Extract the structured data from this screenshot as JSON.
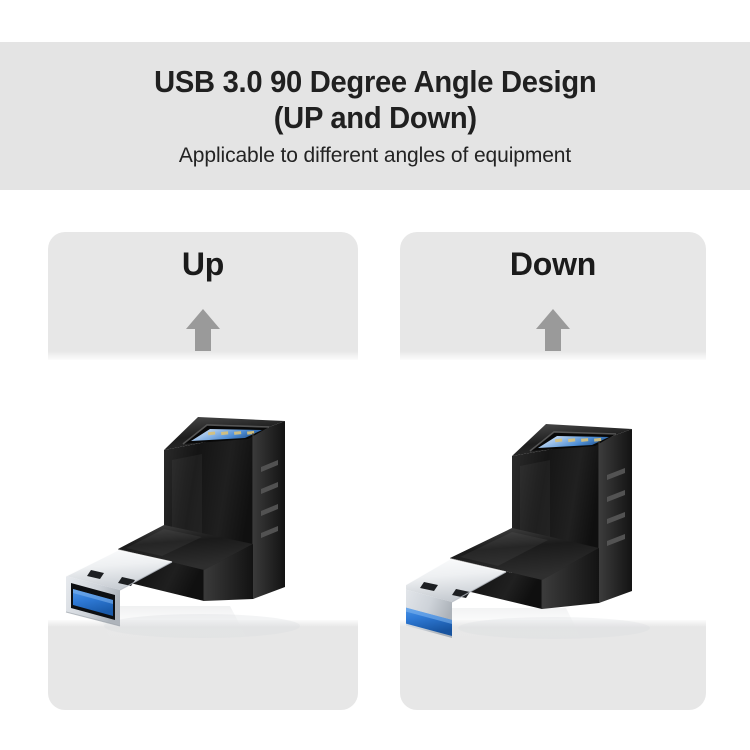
{
  "header": {
    "title_line1": "USB 3.0 90 Degree Angle Design",
    "title_line2": "(UP and Down)",
    "subtitle": "Applicable to different angles of equipment",
    "background_color": "#e4e4e4",
    "text_color": "#202020"
  },
  "cards": [
    {
      "id": "up",
      "label": "Up",
      "arrow_icon": "arrow-up-icon",
      "arrow_color": "#9a9a9a",
      "card_color": "#e7e7e7",
      "product": {
        "name": "USB 3.0 90 degree up angle adapter",
        "body_color": "#1a1a1a",
        "port_accent_color": "#2f6fd0",
        "plug_shell_color": "#e9ecef",
        "plug_insert_color": "#2f7ad6",
        "grip_ridge_count": 4
      }
    },
    {
      "id": "down",
      "label": "Down",
      "arrow_icon": "arrow-up-icon",
      "arrow_color": "#9a9a9a",
      "card_color": "#e7e7e7",
      "product": {
        "name": "USB 3.0 90 degree down angle adapter",
        "body_color": "#1a1a1a",
        "port_accent_color": "#2f6fd0",
        "plug_shell_color": "#e9ecef",
        "plug_insert_color": "#2f7ad6",
        "grip_ridge_count": 4
      }
    }
  ],
  "page": {
    "background_color": "#ffffff"
  }
}
